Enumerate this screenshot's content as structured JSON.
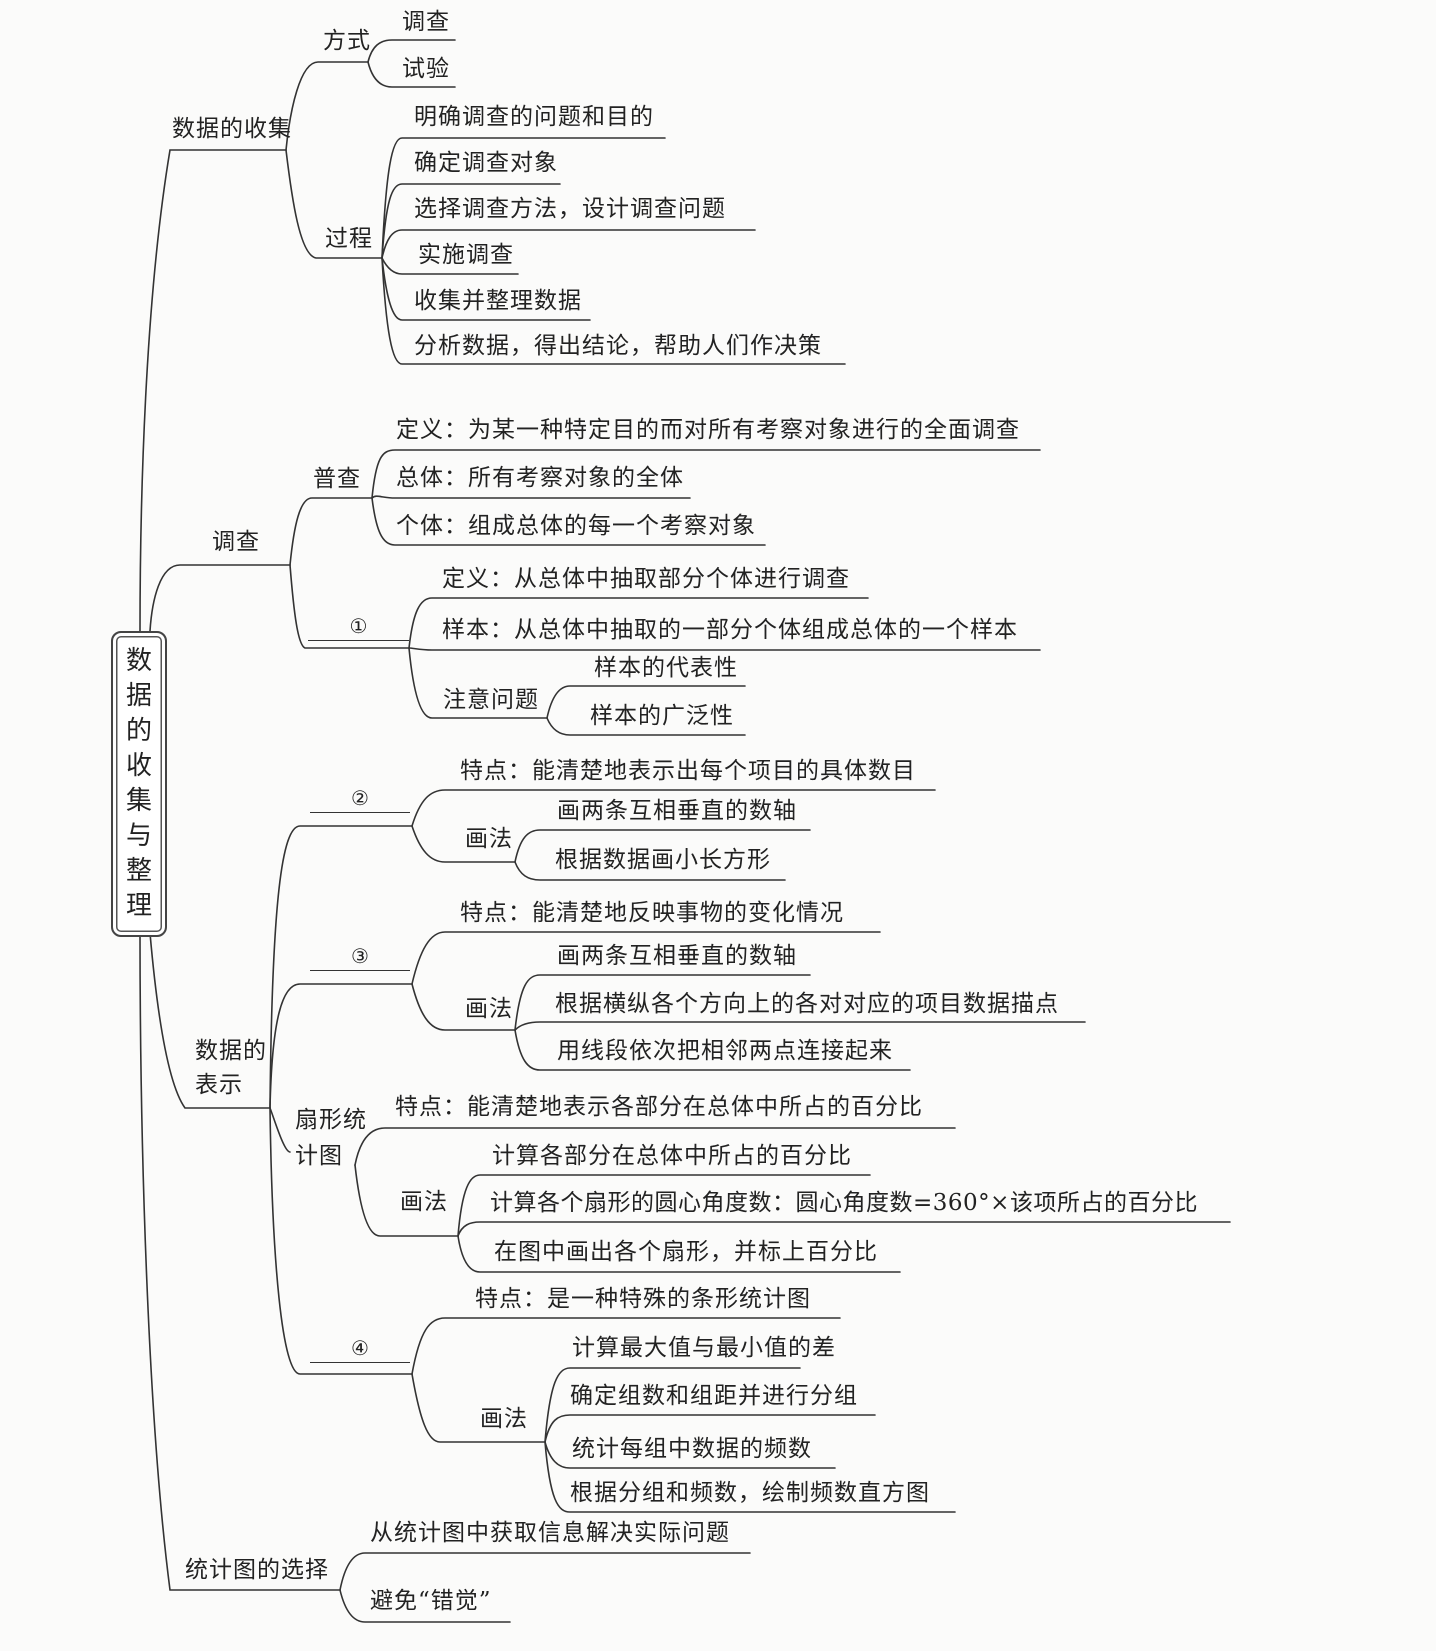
{
  "root": {
    "title_chars": [
      "数",
      "据",
      "的",
      "收",
      "集",
      "与",
      "整",
      "理"
    ]
  },
  "collect": {
    "label": "数据的收集",
    "method": {
      "label": "方式",
      "items": [
        "调查",
        "试验"
      ]
    },
    "process": {
      "label": "过程",
      "items": [
        "明确调查的问题和目的",
        "确定调查对象",
        "选择调查方法，设计调查问题",
        "实施调查",
        "收集并整理数据",
        "分析数据，得出结论，帮助人们作决策"
      ]
    }
  },
  "survey": {
    "label": "调查",
    "census": {
      "label": "普查",
      "items": [
        "定义：为某一种特定目的而对所有考察对象进行的全面调查",
        "总体：所有考察对象的全体",
        "个体：组成总体的每一个考察对象"
      ]
    },
    "sample": {
      "blank": "①",
      "items": [
        "定义：从总体中抽取部分个体进行调查",
        "样本：从总体中抽取的一部分个体组成总体的一个样本"
      ],
      "notes": {
        "label": "注意问题",
        "items": [
          "样本的代表性",
          "样本的广泛性"
        ]
      }
    }
  },
  "represent": {
    "label_line1": "数据的",
    "label_line2": "表示",
    "bar": {
      "blank": "②",
      "feature": "特点：能清楚地表示出每个项目的具体数目",
      "method": {
        "label": "画法",
        "items": [
          "画两条互相垂直的数轴",
          "根据数据画小长方形"
        ]
      }
    },
    "line": {
      "blank": "③",
      "feature": "特点：能清楚地反映事物的变化情况",
      "method": {
        "label": "画法",
        "items": [
          "画两条互相垂直的数轴",
          "根据横纵各个方向上的各对对应的项目数据描点",
          "用线段依次把相邻两点连接起来"
        ]
      }
    },
    "pie": {
      "label_line1": "扇形统",
      "label_line2": "计图",
      "feature": "特点：能清楚地表示各部分在总体中所占的百分比",
      "method": {
        "label": "画法",
        "items": [
          "计算各部分在总体中所占的百分比",
          "计算各个扇形的圆心角度数：圆心角度数=360°×该项所占的百分比",
          "在图中画出各个扇形，并标上百分比"
        ]
      }
    },
    "histogram": {
      "blank": "④",
      "feature": "特点：是一种特殊的条形统计图",
      "method": {
        "label": "画法",
        "items": [
          "计算最大值与最小值的差",
          "确定组数和组距并进行分组",
          "统计每组中数据的频数",
          "根据分组和频数，绘制频数直方图"
        ]
      }
    }
  },
  "choose": {
    "label": "统计图的选择",
    "items": [
      "从统计图中获取信息解决实际问题",
      "避免“错觉”"
    ]
  }
}
